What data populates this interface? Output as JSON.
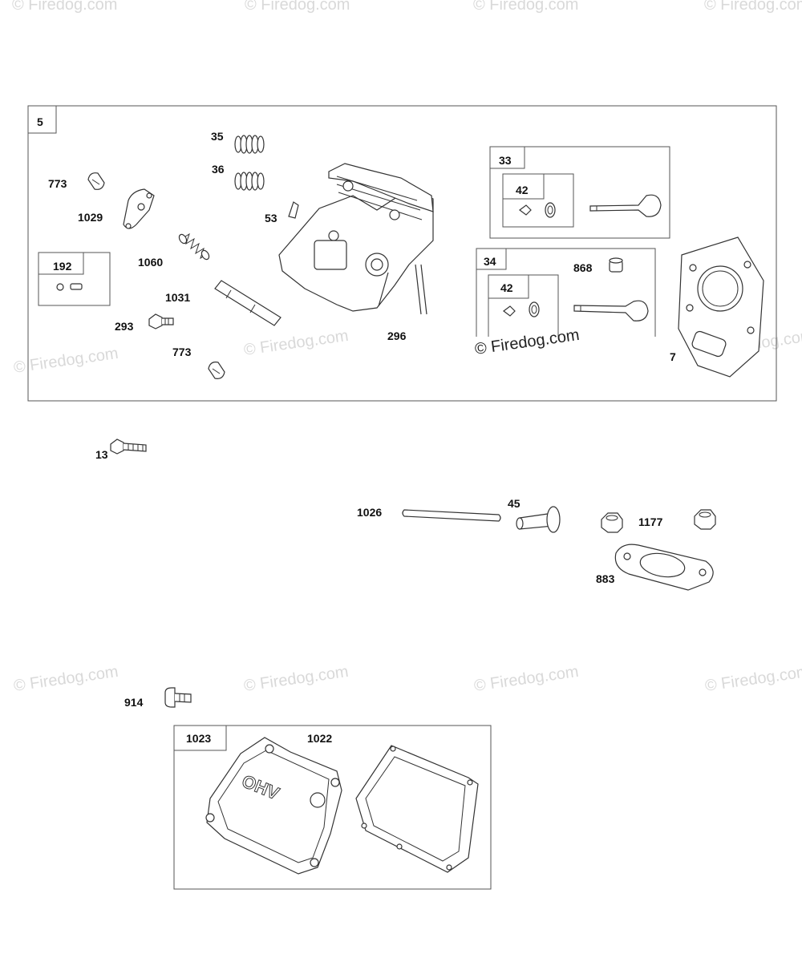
{
  "watermark": "© Firedog.com",
  "main_group": {
    "label": "5",
    "parts": {
      "p35": "35",
      "p36": "36",
      "p773a": "773",
      "p1029": "1029",
      "p53": "53",
      "p1060": "1060",
      "p1031": "1031",
      "p293": "293",
      "p773b": "773",
      "p296": "296",
      "p7": "7",
      "p868": "868"
    },
    "subgroup_192": "192",
    "subgroup_33": {
      "label": "33",
      "inner": "42"
    },
    "subgroup_34": {
      "label": "34",
      "inner": "42"
    }
  },
  "loose_parts": {
    "p13": "13",
    "p1026": "1026",
    "p45": "45",
    "p1177": "1177",
    "p883": "883",
    "p914": "914"
  },
  "cover_group": {
    "label": "1023",
    "p1022": "1022",
    "cover_text": "OHV"
  }
}
